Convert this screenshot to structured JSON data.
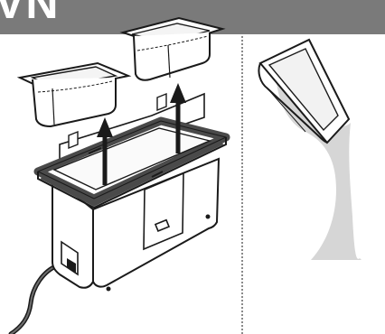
{
  "header": {
    "title": "VN"
  },
  "colors": {
    "header_bar": "#7a7a7a",
    "header_text": "#ffffff",
    "outline": "#1a1a1a",
    "body_fill": "#ffffff",
    "rim": "#4a4a4a",
    "water": "#d6d6d6",
    "pan_tint": "#f4f4f4"
  },
  "illustrations": {
    "left": "remove-pans-from-warmer",
    "right": "pour-water-out-of-pan"
  }
}
